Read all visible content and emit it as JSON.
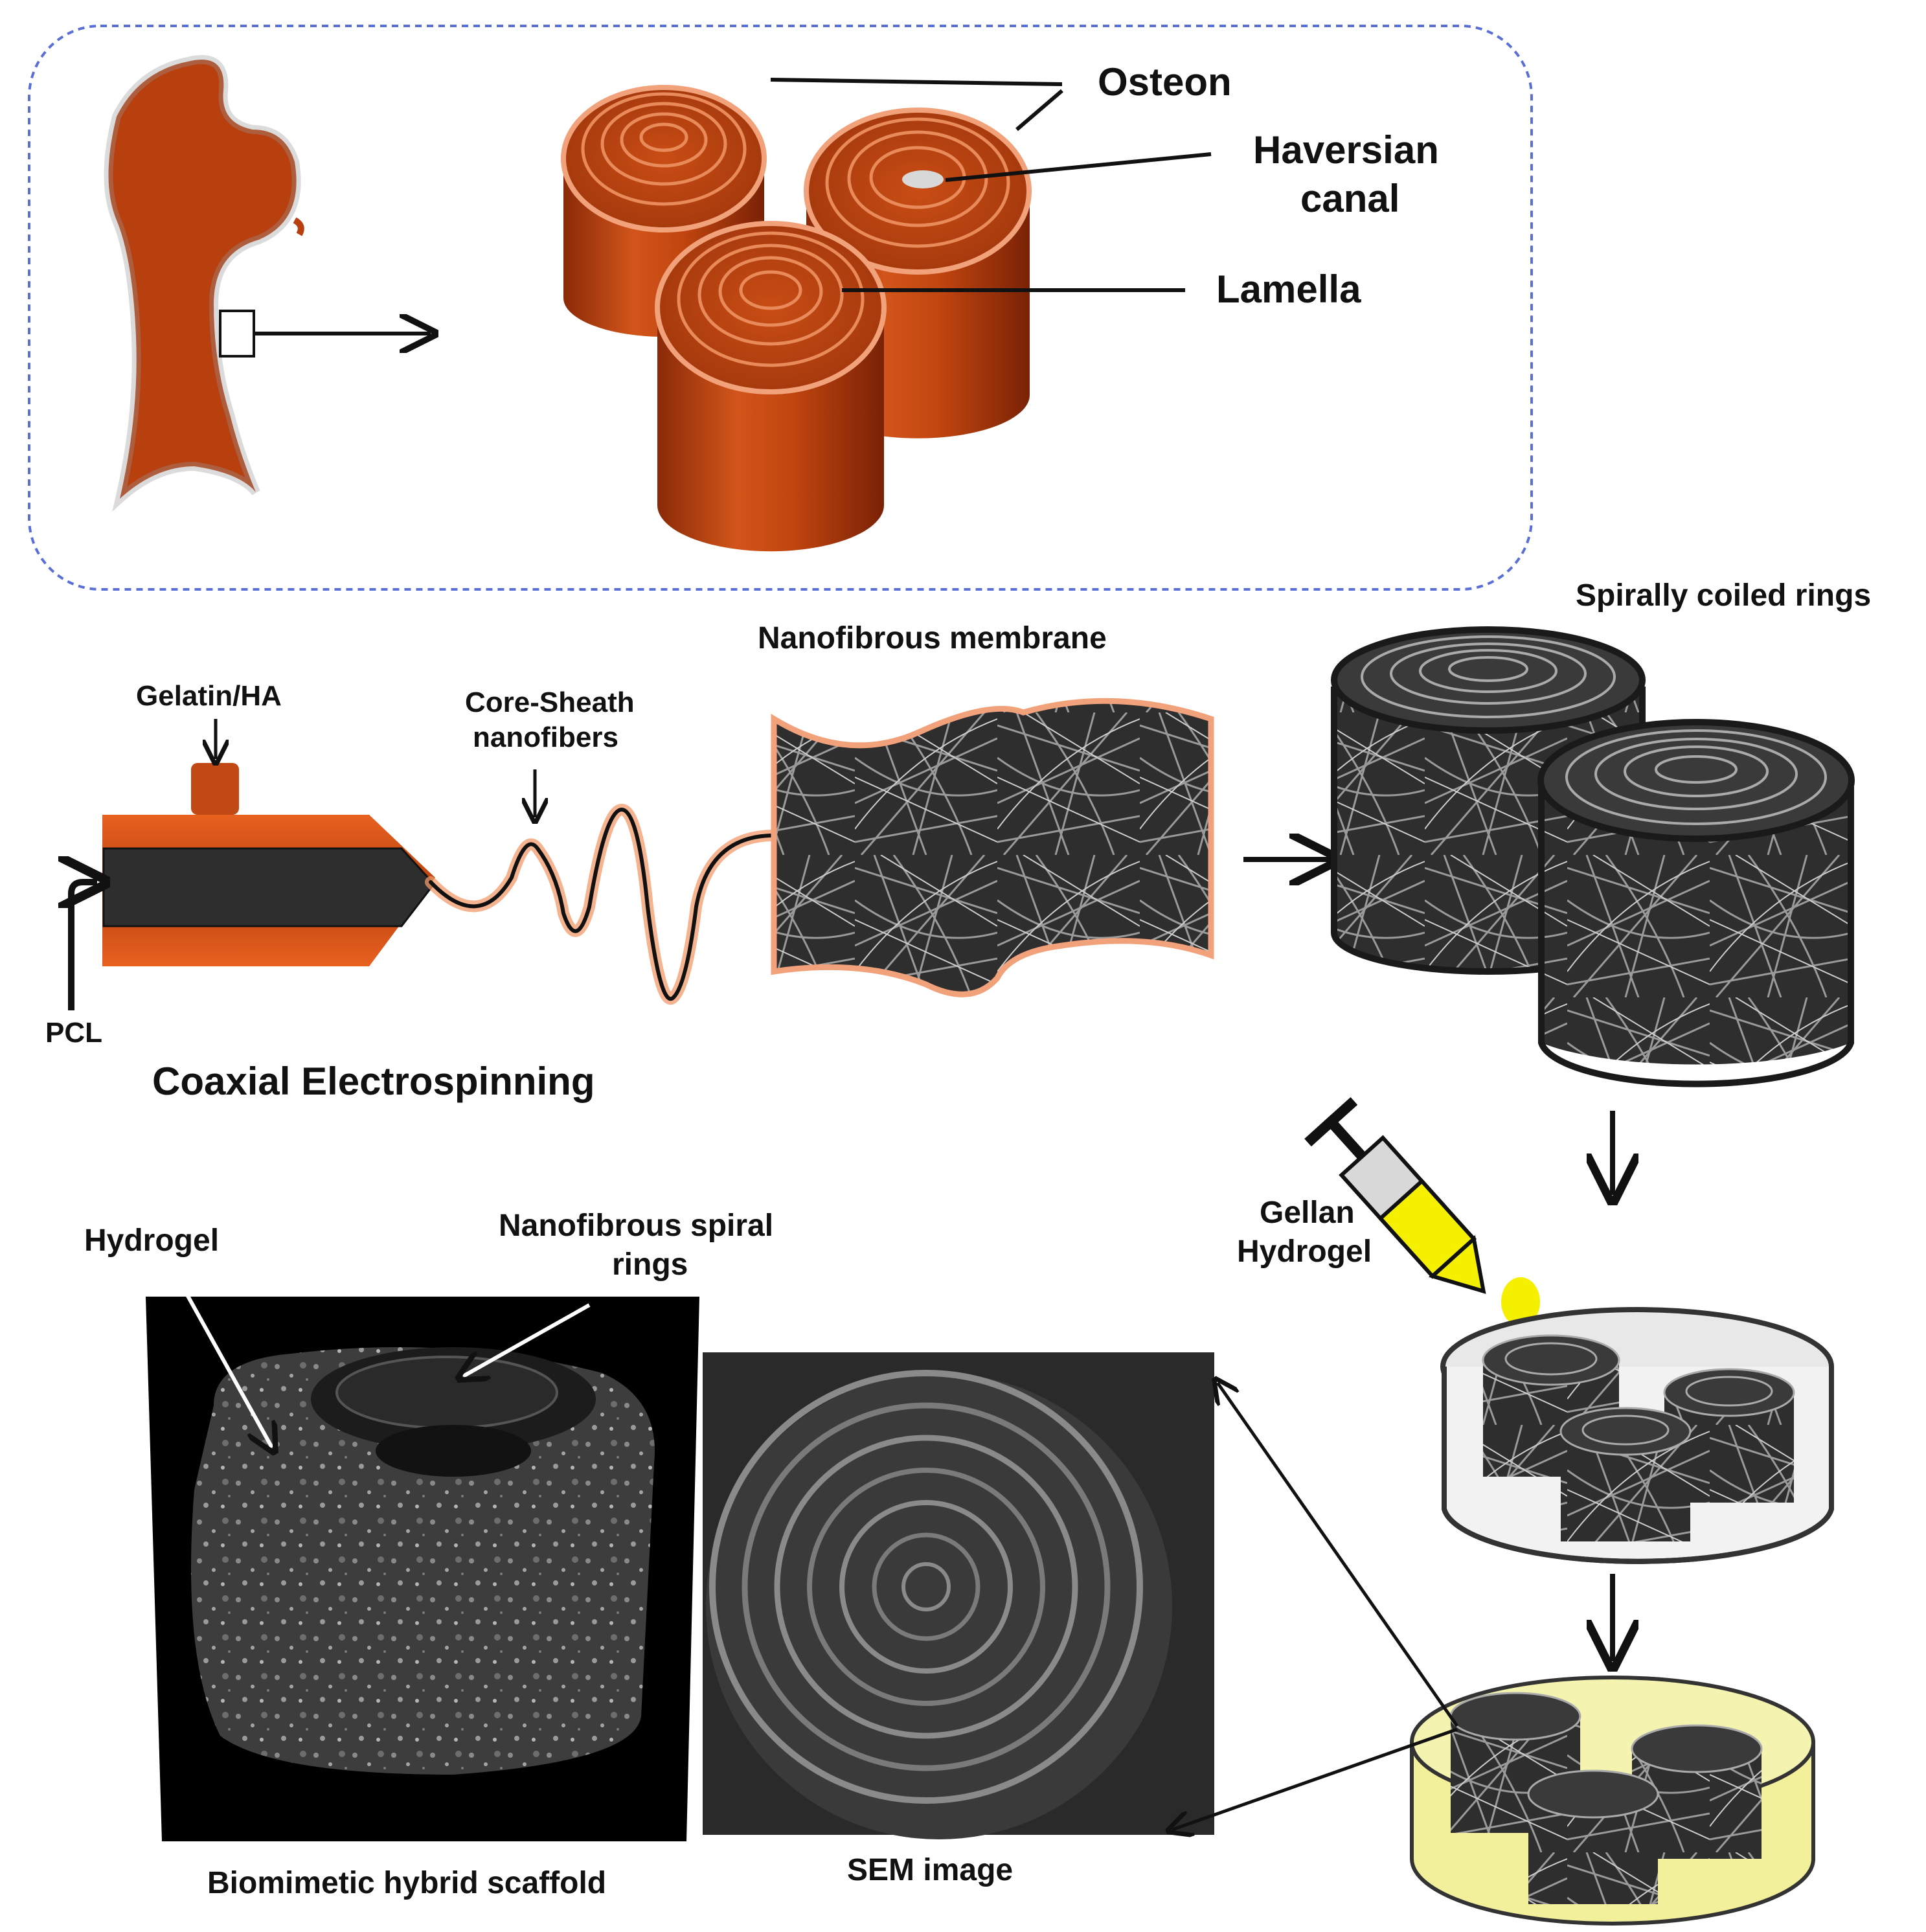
{
  "labels": {
    "osteon": "Osteon",
    "haversian_canal_1": "Haversian",
    "haversian_canal_2": "canal",
    "lamella": "Lamella",
    "spirally_coiled_rings": "Spirally coiled rings",
    "nanofibrous_membrane": "Nanofibrous membrane",
    "gelatin_ha": "Gelatin/HA",
    "core_sheath_1": "Core-Sheath",
    "core_sheath_2": "nanofibers",
    "pcl": "PCL",
    "coaxial_electrospinning": "Coaxial Electrospinning",
    "gellan_1": "Gellan",
    "gellan_2": "Hydrogel",
    "hydrogel": "Hydrogel",
    "nanofibrous_spiral_1": "Nanofibrous spiral",
    "nanofibrous_spiral_2": "rings",
    "biomimetic_scaffold": "Biomimetic hybrid scaffold",
    "sem_image": "SEM image"
  },
  "colors": {
    "bone": "#b8400f",
    "bone_dark": "#8a2a08",
    "bone_light": "#e07a45",
    "fiber_dark": "#2a2a2a",
    "hydrogel_yellow": "#f2f09a",
    "gel_drop": "#f4f000",
    "frame_dash": "#5a6fd6"
  }
}
